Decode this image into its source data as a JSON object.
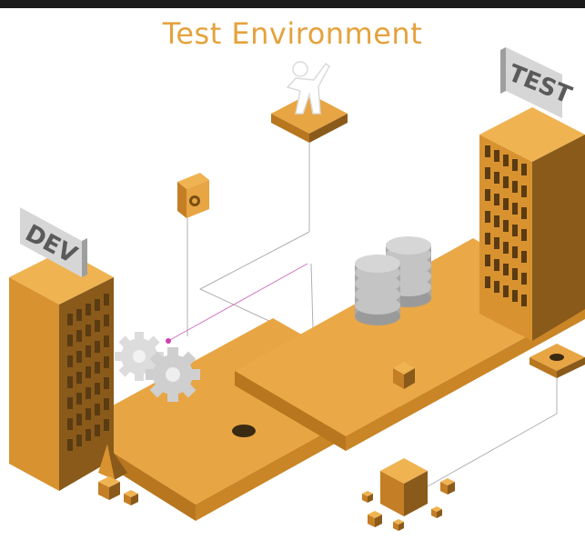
{
  "title": "Test Environment",
  "signs": {
    "dev": "DEV",
    "test": "TEST"
  },
  "colors": {
    "accent": "#e5a23c",
    "tile_top": "#e8a543",
    "tile_side": "#c47e25",
    "tile_dark": "#8a5a1b",
    "building_window": "#5a3b12",
    "gear": "#d9d9d9",
    "database": "#bdbdbd"
  },
  "icons": [
    "user-figure-icon",
    "target-icon",
    "gears-icon",
    "database-icon",
    "cube-icon",
    "network-cubes-icon"
  ]
}
